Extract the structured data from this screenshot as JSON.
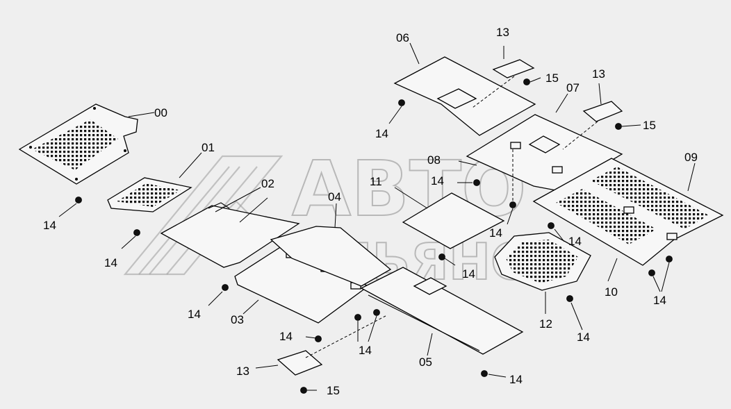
{
  "watermark": {
    "line1": "АВТО",
    "line2": "АЛЬЯНС"
  },
  "labels": {
    "p00": "00",
    "p01": "01",
    "p02": "02",
    "p03": "03",
    "p04": "04",
    "p05": "05",
    "p06": "06",
    "p07": "07",
    "p08": "08",
    "p09": "09",
    "p10": "10",
    "p11": "11",
    "p12": "12",
    "p13": "13",
    "p14": "14",
    "p15": "15"
  }
}
